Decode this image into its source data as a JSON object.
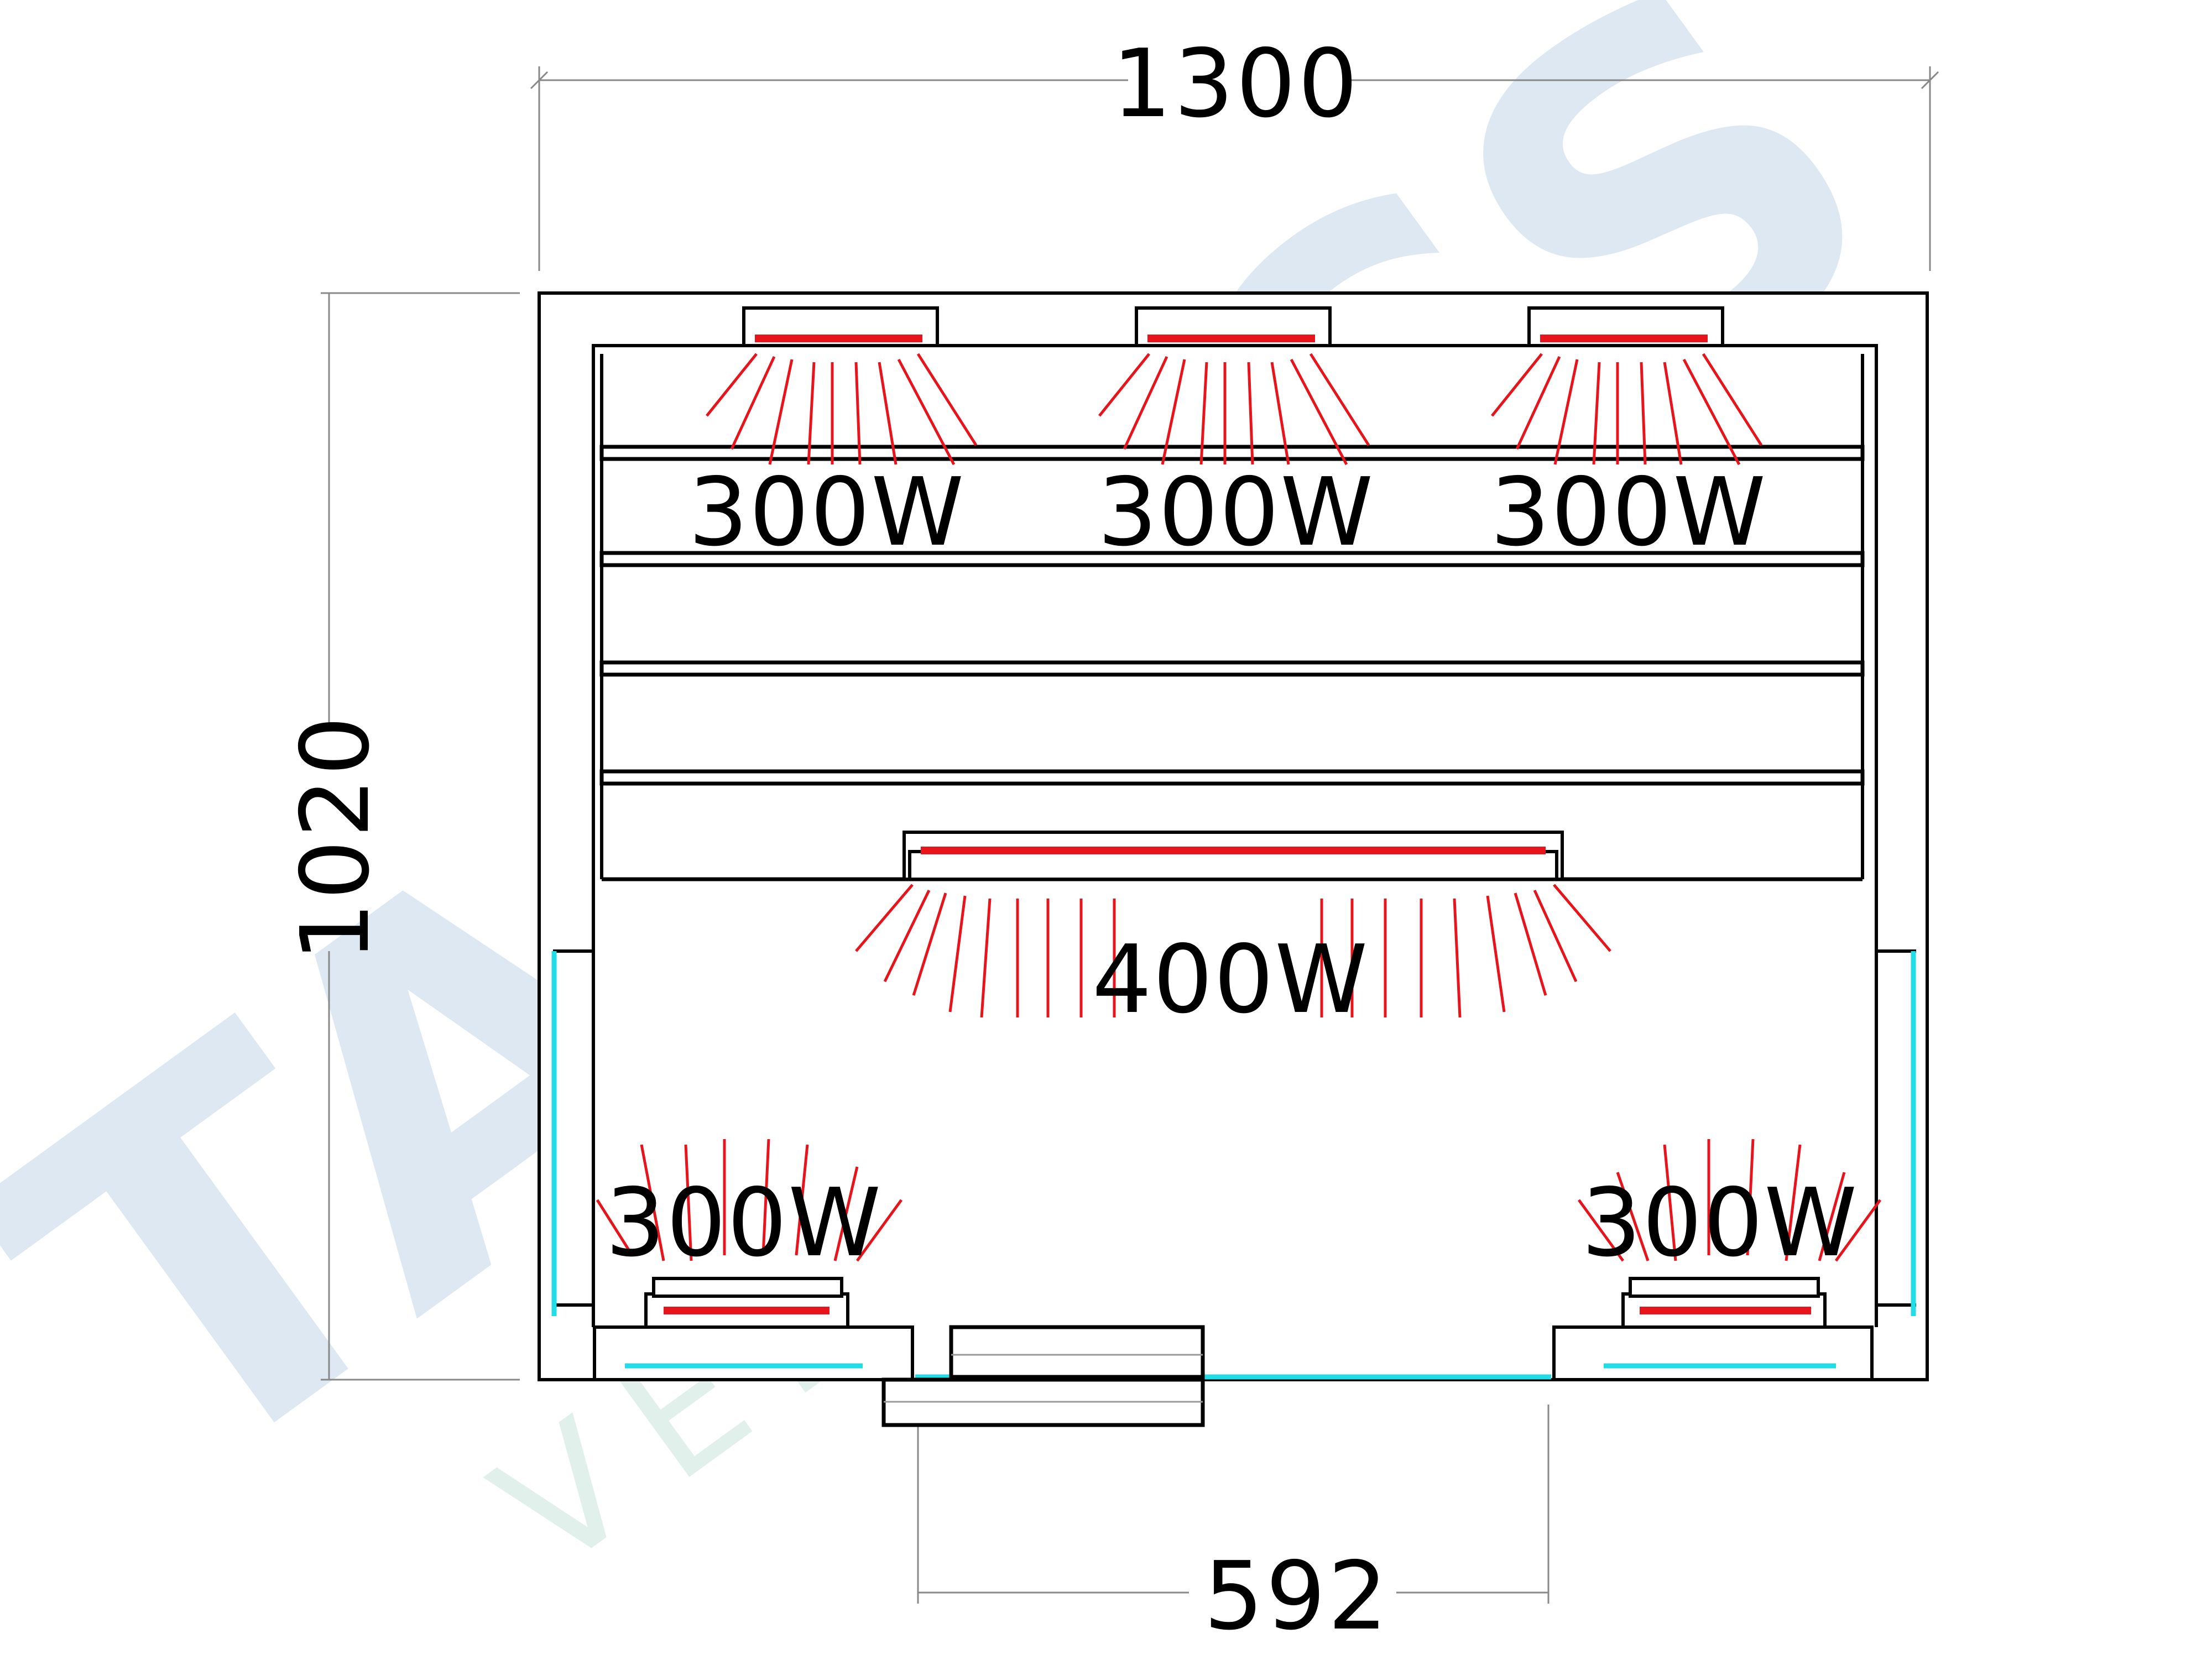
{
  "dimensions": {
    "width": "1300",
    "depth": "1020",
    "door": "592"
  },
  "heaters": {
    "back_left": "300W",
    "back_center": "300W",
    "back_right": "300W",
    "floor": "400W",
    "front_left": "300W",
    "front_right": "300W"
  },
  "watermark": {
    "brand": "TAKACS",
    "subtitle": "VELKOOBCHOD"
  },
  "colors": {
    "heating_element": "#e8141c",
    "glass": "#22dde6",
    "outline": "#000000"
  }
}
